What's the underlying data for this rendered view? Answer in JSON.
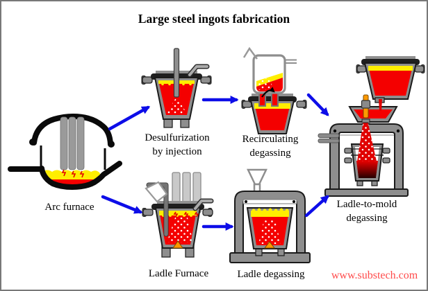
{
  "title": "Large steel ingots fabrication",
  "labels": {
    "arc_furnace": "Arc furnace",
    "desulfurization": "Desulfurization\nby injection",
    "recirculating": "Recirculating\ndegassing",
    "ladle_furnace": "Ladle Furnace",
    "ladle_degassing": "Ladle degassing",
    "ladle_to_mold": "Ladle-to-mold\ndegassing"
  },
  "watermark": "www.substech.com",
  "process_flow": {
    "nodes": [
      "Arc furnace",
      "Desulfurization by injection",
      "Recirculating degassing",
      "Ladle Furnace",
      "Ladle degassing",
      "Ladle-to-mold degassing"
    ],
    "connections": [
      {
        "from": "Arc furnace",
        "to": "Desulfurization by injection"
      },
      {
        "from": "Desulfurization by injection",
        "to": "Recirculating degassing"
      },
      {
        "from": "Recirculating degassing",
        "to": "Ladle-to-mold degassing"
      },
      {
        "from": "Arc furnace",
        "to": "Ladle Furnace"
      },
      {
        "from": "Ladle Furnace",
        "to": "Ladle degassing"
      },
      {
        "from": "Ladle degassing",
        "to": "Ladle-to-mold degassing"
      }
    ]
  },
  "colors": {
    "steel_red": "#F40000",
    "slag_yellow": "#FFEE00",
    "vessel_gray": "#8E8E8E",
    "vessel_outline": "#1A1A1A",
    "electrode_gray": "#9A9A9A",
    "arrow_blue": "#0D0DE8",
    "plug_orange": "#FF9900",
    "watermark_red": "#FF4A4A",
    "background": "#FFFFFF"
  }
}
